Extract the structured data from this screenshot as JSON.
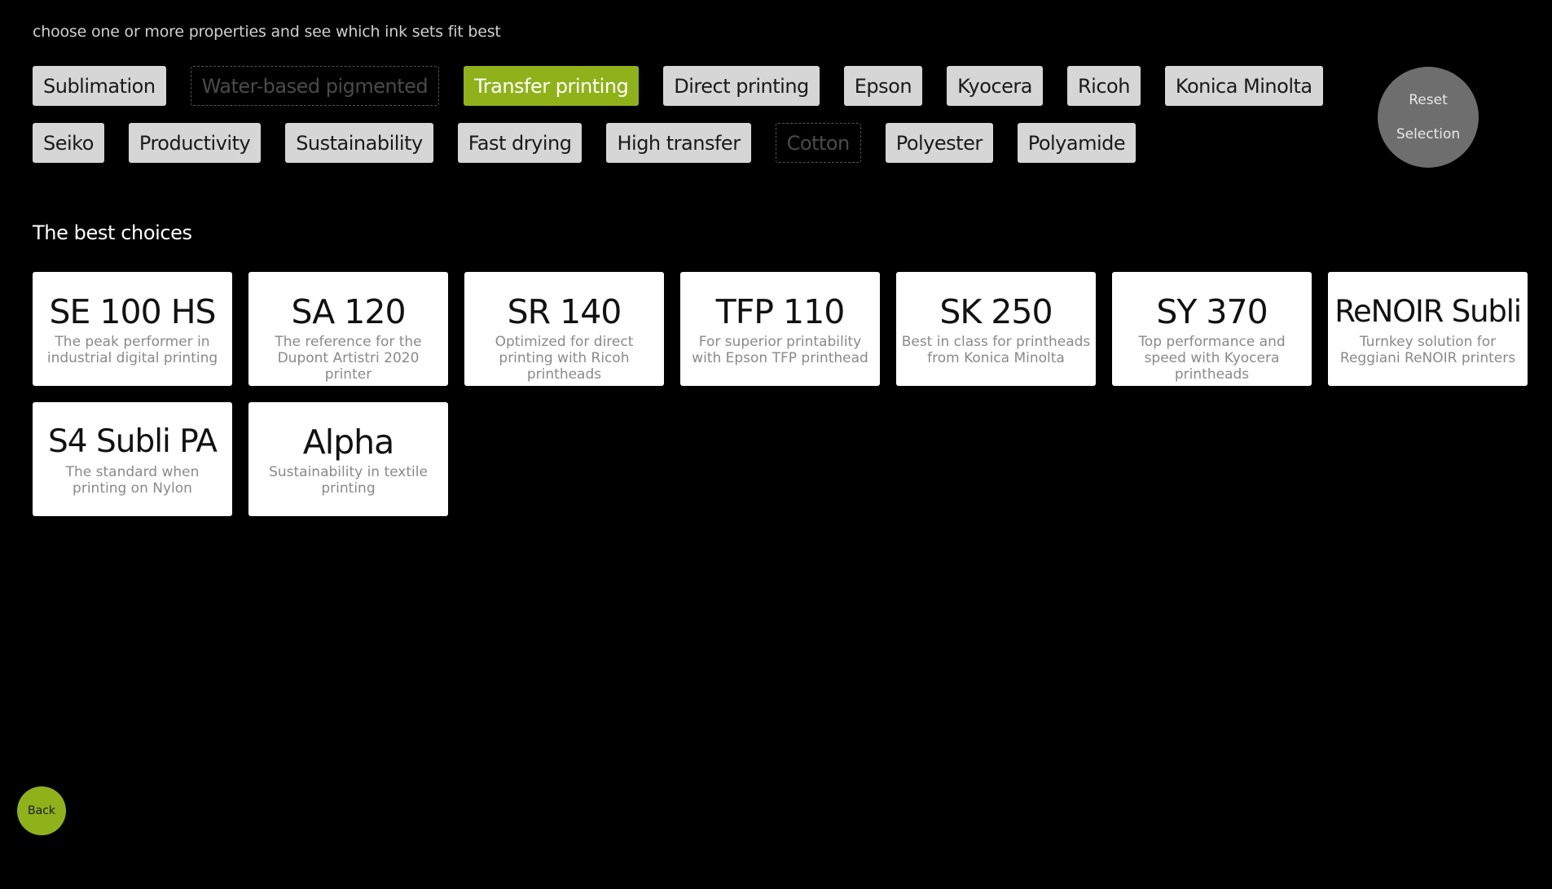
{
  "instruction": "choose one or more properties and see which ink sets fit best",
  "colors": {
    "accent": "#8fb21a",
    "chip": "#d6d6d6",
    "reset": "#6e6e6e",
    "background": "#000000"
  },
  "filters": {
    "row1": [
      {
        "label": "Sublimation",
        "state": "default"
      },
      {
        "label": "Water-based pigmented",
        "state": "disabled"
      },
      {
        "label": "Transfer printing",
        "state": "selected"
      },
      {
        "label": "Direct printing",
        "state": "default"
      },
      {
        "label": "Epson",
        "state": "default"
      },
      {
        "label": "Kyocera",
        "state": "default"
      },
      {
        "label": "Ricoh",
        "state": "default"
      },
      {
        "label": "Konica Minolta",
        "state": "default"
      }
    ],
    "row2": [
      {
        "label": "Seiko",
        "state": "default"
      },
      {
        "label": "Productivity",
        "state": "default"
      },
      {
        "label": "Sustainability",
        "state": "default"
      },
      {
        "label": "Fast drying",
        "state": "default"
      },
      {
        "label": "High transfer",
        "state": "default"
      },
      {
        "label": "Cotton",
        "state": "disabled"
      },
      {
        "label": "Polyester",
        "state": "default"
      },
      {
        "label": "Polyamide",
        "state": "default"
      }
    ]
  },
  "reset": {
    "line1": "Reset",
    "line2": "Selection"
  },
  "results": {
    "title": "The best choices",
    "cards": [
      {
        "name": "SE 100 HS",
        "desc": "The peak performer in industrial digital printing"
      },
      {
        "name": "SA 120",
        "desc": "The reference for the Dupont Artistri 2020 printer"
      },
      {
        "name": "SR 140",
        "desc": "Optimized for direct printing with Ricoh printheads"
      },
      {
        "name": "TFP 110",
        "desc": "For superior printability with Epson TFP printhead"
      },
      {
        "name": "SK 250",
        "desc": "Best in class for printheads from Konica Minolta"
      },
      {
        "name": "SY 370",
        "desc": "Top performance and speed with Kyocera printheads"
      },
      {
        "name": "ReNOIR Subli",
        "desc": "Turnkey solution for Reggiani ReNOIR printers"
      },
      {
        "name": "S4 Subli PA",
        "desc": "The standard when printing on Nylon"
      },
      {
        "name": "Alpha",
        "desc": "Sustainability in textile printing"
      }
    ]
  },
  "back": {
    "label": "Back"
  }
}
